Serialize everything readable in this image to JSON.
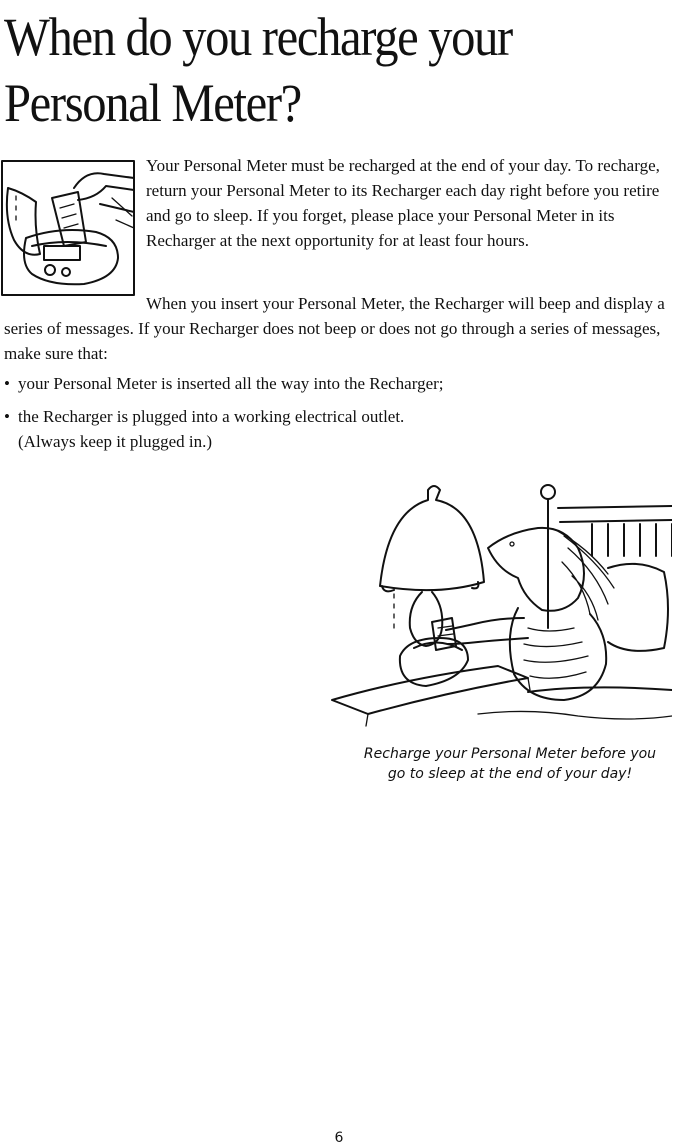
{
  "title": {
    "line1": "When do you recharge your",
    "line2": "Personal Meter?"
  },
  "paragraph1": "Your Personal Meter must be recharged at the end of your day. To recharge, return your Personal Meter to its Recharger each day right before you retire and go to sleep. If you forget, please place your Personal Meter in its Recharger at the next opportunity for at least four hours.",
  "paragraph2": "When you insert your Personal Meter, the Recharger will beep and display a series of messages. If your Recharger does not beep or does not go through a series of messages, make sure that:",
  "bullets": [
    "your Personal Meter is inserted all the way into the Recharger;",
    "the Recharger is plugged into a working electrical outlet."
  ],
  "bullet2_note": "(Always keep it plugged in.)",
  "caption": {
    "line1": "Recharge your Personal Meter before you",
    "line2": "go to sleep at the end of your day!"
  },
  "page_number": "6"
}
